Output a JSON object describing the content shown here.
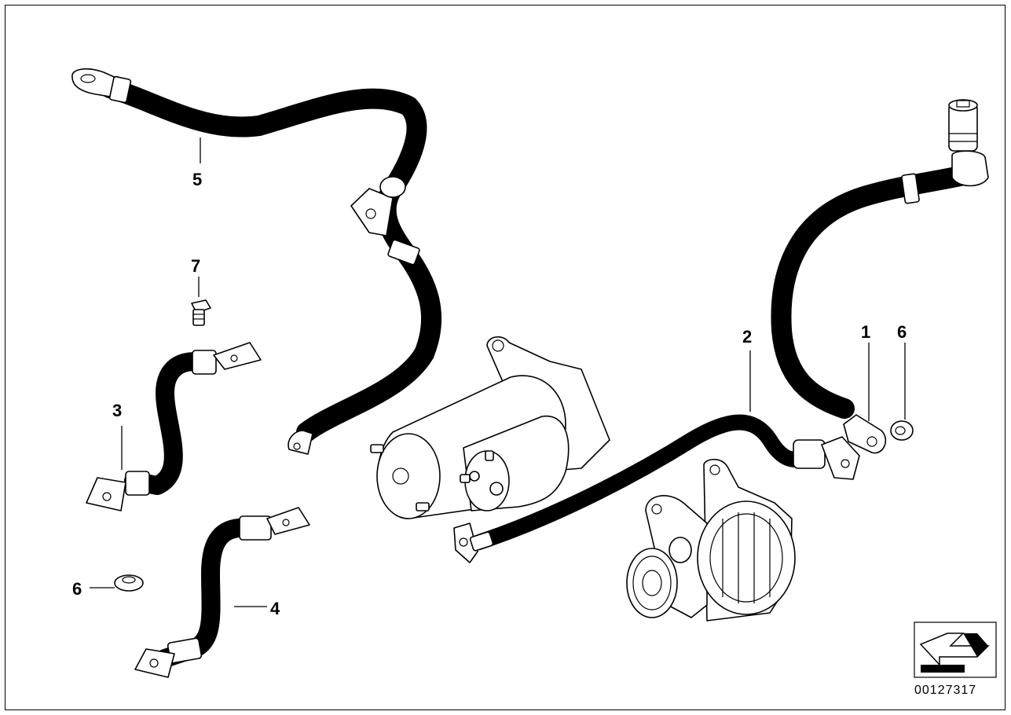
{
  "diagram": {
    "callouts": [
      {
        "id": "c5",
        "label": "5"
      },
      {
        "id": "c7",
        "label": "7"
      },
      {
        "id": "c3",
        "label": "3"
      },
      {
        "id": "c6a",
        "label": "6"
      },
      {
        "id": "c4",
        "label": "4"
      },
      {
        "id": "c2",
        "label": "2"
      },
      {
        "id": "c1",
        "label": "1"
      },
      {
        "id": "c6b",
        "label": "6"
      }
    ],
    "document_id": "00127317",
    "icons": [
      "arrow-direction-icon"
    ]
  }
}
